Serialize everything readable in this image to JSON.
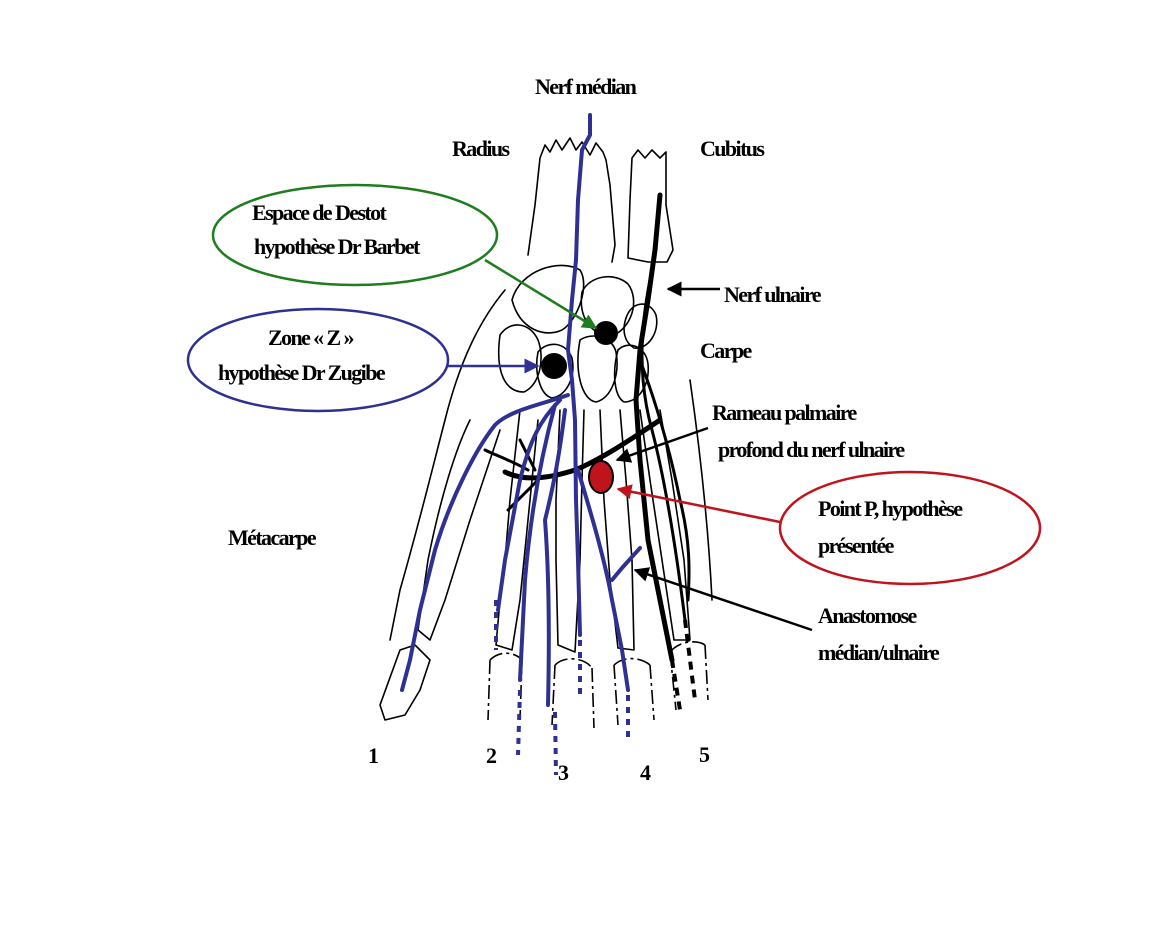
{
  "figure": {
    "title": "Nerf médian",
    "colors": {
      "median_nerve": "#2e3192",
      "ulnar_nerve": "#000000",
      "bone_outline": "#000000",
      "destot_hypothesis": "#1e7d1e",
      "zone_z_hypothesis": "#2e3192",
      "point_p_hypothesis": "#c0141c",
      "background": "#ffffff"
    }
  },
  "labels": {
    "median_nerve": "Nerf médian",
    "radius": "Radius",
    "cubitus": "Cubitus",
    "ulnar_nerve": "Nerf ulnaire",
    "carpe": "Carpe",
    "deep_branch_line1": "Rameau palmaire",
    "deep_branch_line2": "profond du nerf ulnaire",
    "metacarpe": "Métacarpe",
    "anastomosis_line1": "Anastomose",
    "anastomosis_line2": "médian/ulnaire"
  },
  "callouts": {
    "destot": {
      "line1": "Espace de  Destot",
      "line2": "hypothèse Dr Barbet"
    },
    "zone_z": {
      "line1": "Zone « Z »",
      "line2": "hypothèse Dr  Zugibe"
    },
    "point_p": {
      "line1": "Point P, hypothèse",
      "line2": "présentée"
    }
  },
  "fingers": [
    "1",
    "2",
    "3",
    "4",
    "5"
  ],
  "icons": {
    "marker_destot": "filled-circle-black",
    "marker_zone_z": "filled-circle-black",
    "marker_point_p": "filled-circle-red",
    "arrows": "arrow-icon"
  }
}
